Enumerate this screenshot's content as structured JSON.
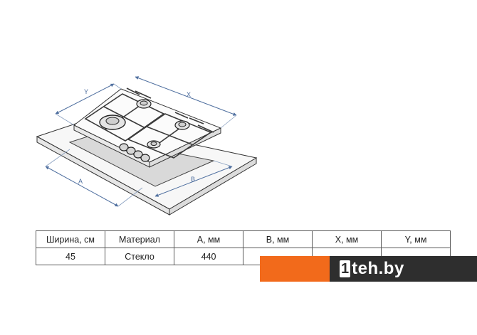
{
  "diagram": {
    "dimension_labels": {
      "y": "Y",
      "x": "X",
      "a": "A",
      "b": "B"
    }
  },
  "spec_table": {
    "headers": [
      "Ширина, см",
      "Материал",
      "A, мм",
      "B, мм",
      "X, мм",
      "Y, мм"
    ],
    "rows": [
      [
        "45",
        "Стекло",
        "440",
        "",
        "",
        ""
      ]
    ]
  },
  "brand": {
    "first": "1",
    "rest": "teh.by",
    "colors": {
      "orange": "#f26a1b",
      "dark": "#2e2e2e"
    }
  }
}
